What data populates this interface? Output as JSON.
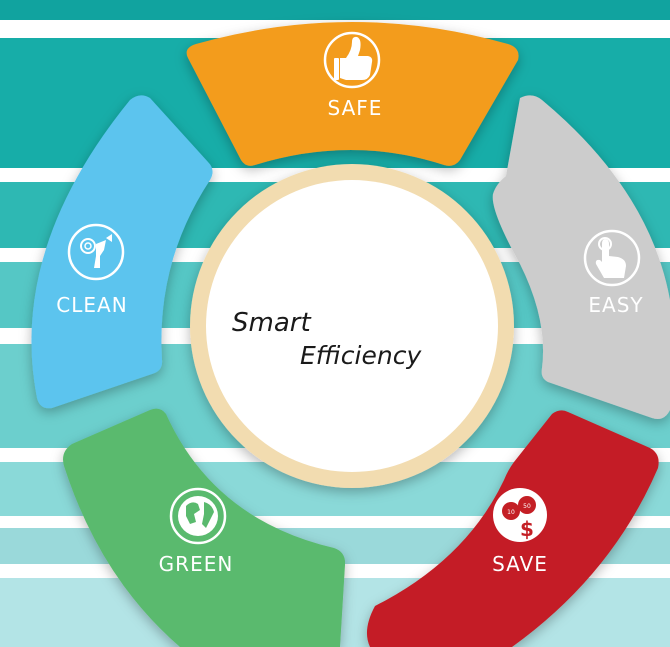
{
  "colors": {
    "band_dark": "#1aaba5",
    "band_mid": "#3fbfbb",
    "band_light": "#8dd7d7",
    "band_pale": "#b2e3e5",
    "ring": "#f2dcb0",
    "center_fill": "#ffffff"
  },
  "center": {
    "line1": "Smart",
    "line2": "Efficiency"
  },
  "segments": [
    {
      "label": "SAFE",
      "color": "#f39c1b",
      "icon": "thumbs-up-icon"
    },
    {
      "label": "EASY",
      "color": "#cccccc",
      "icon": "touch-icon"
    },
    {
      "label": "SAVE",
      "color": "#c41f25",
      "icon": "coins-icon"
    },
    {
      "label": "GREEN",
      "color": "#5aba6e",
      "icon": "globe-icon"
    },
    {
      "label": "CLEAN",
      "color": "#5bc4ee",
      "icon": "cleaning-icon"
    }
  ]
}
